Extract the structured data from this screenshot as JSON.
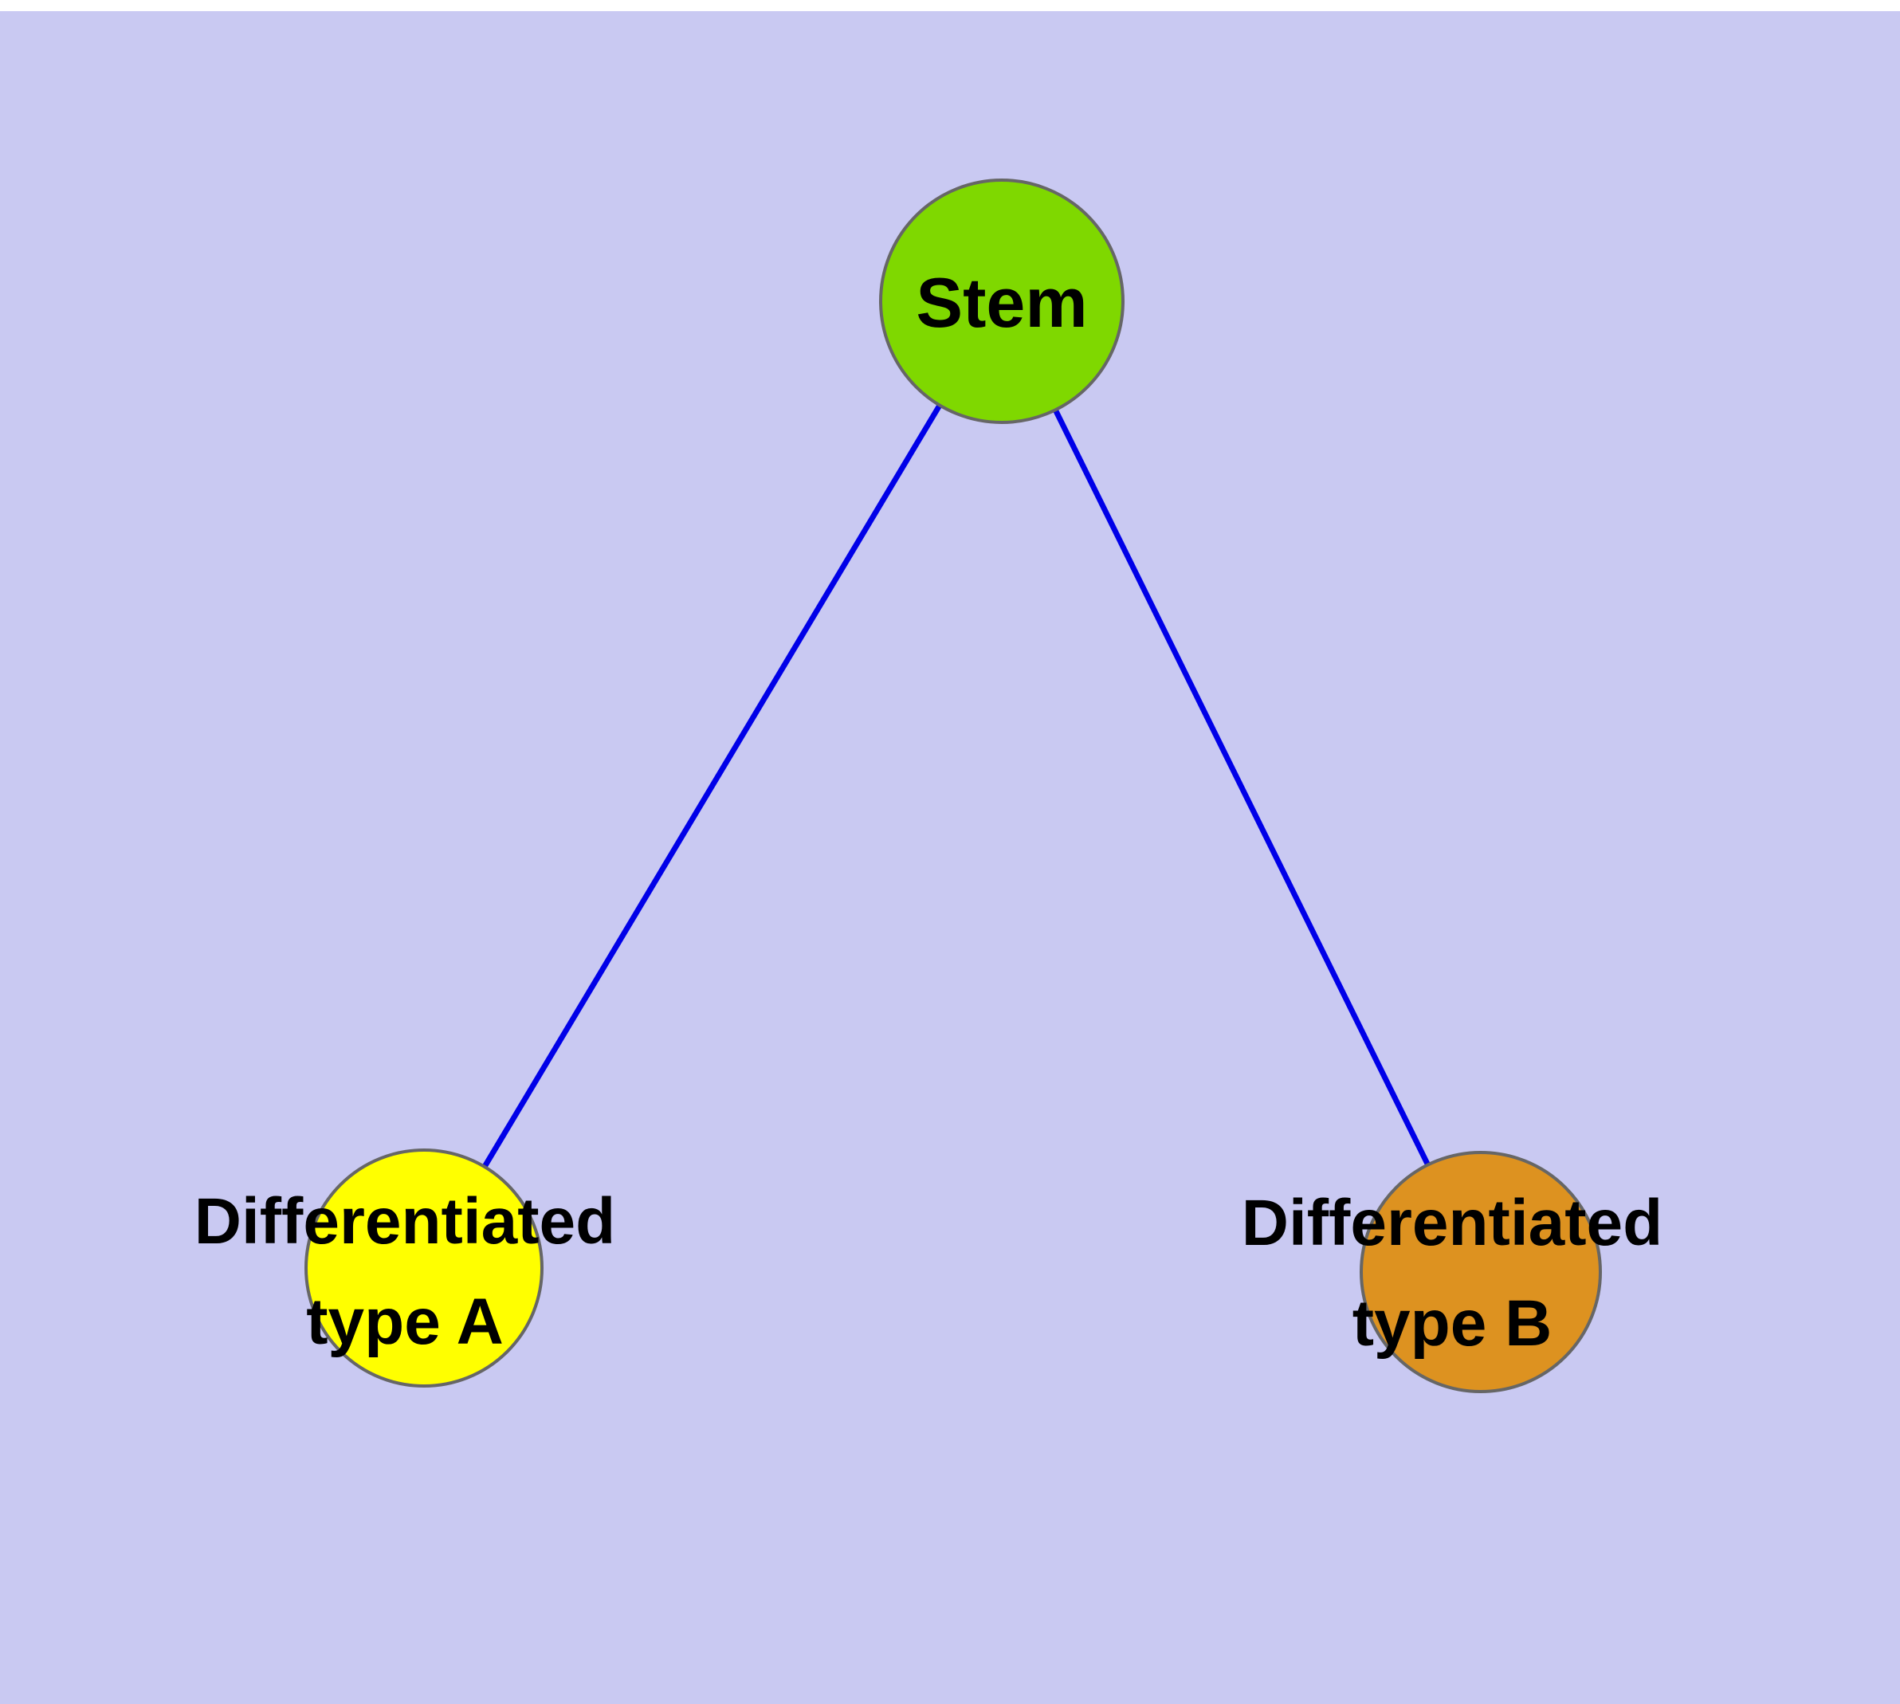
{
  "diagram": {
    "background_color": "#c9c9f2",
    "edge_color": "#0000e8",
    "node_border_color": "#666666",
    "nodes": {
      "stem": {
        "label": "Stem",
        "fill": "#7fd800"
      },
      "type_a": {
        "label_line1": "Differentiated",
        "label_line2": "type A",
        "fill": "#ffff00"
      },
      "type_b": {
        "label_line1": "Differentiated",
        "label_line2": "type B",
        "fill": "#dd9220"
      }
    },
    "edges": [
      {
        "from": "Stem",
        "to": "Differentiated type A"
      },
      {
        "from": "Stem",
        "to": "Differentiated type B"
      }
    ]
  }
}
